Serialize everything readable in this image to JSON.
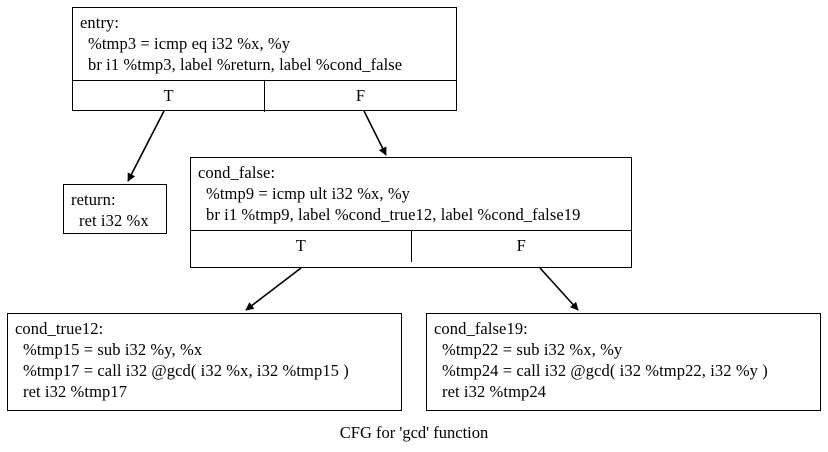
{
  "graph": {
    "caption": "CFG for 'gcd' function",
    "nodes": [
      {
        "id": "entry",
        "label": "entry:",
        "lines": [
          "%tmp3 = icmp eq i32 %x, %y",
          "br i1 %tmp3, label %return, label %cond_false"
        ],
        "ports": {
          "true": "T",
          "false": "F"
        }
      },
      {
        "id": "return",
        "label": "return:",
        "lines": [
          "ret i32 %x"
        ],
        "ports": null
      },
      {
        "id": "cond_false",
        "label": "cond_false:",
        "lines": [
          "%tmp9 = icmp ult i32 %x, %y",
          "br i1 %tmp9, label %cond_true12, label %cond_false19"
        ],
        "ports": {
          "true": "T",
          "false": "F"
        }
      },
      {
        "id": "cond_true12",
        "label": "cond_true12:",
        "lines": [
          "%tmp15 = sub i32 %y, %x",
          "%tmp17 = call i32 @gcd( i32 %x, i32 %tmp15 )",
          "ret i32 %tmp17"
        ],
        "ports": null
      },
      {
        "id": "cond_false19",
        "label": "cond_false19:",
        "lines": [
          "%tmp22 = sub i32 %x, %y",
          "%tmp24 = call i32 @gcd( i32 %tmp22, i32 %y )",
          "ret i32 %tmp24"
        ],
        "ports": null
      }
    ],
    "edges": [
      {
        "from": "entry",
        "from_port": "T",
        "to": "return"
      },
      {
        "from": "entry",
        "from_port": "F",
        "to": "cond_false"
      },
      {
        "from": "cond_false",
        "from_port": "T",
        "to": "cond_true12"
      },
      {
        "from": "cond_false",
        "from_port": "F",
        "to": "cond_false19"
      }
    ],
    "colors": {
      "stroke": "#000000",
      "fill": "#ffffff",
      "text": "#000000"
    }
  }
}
